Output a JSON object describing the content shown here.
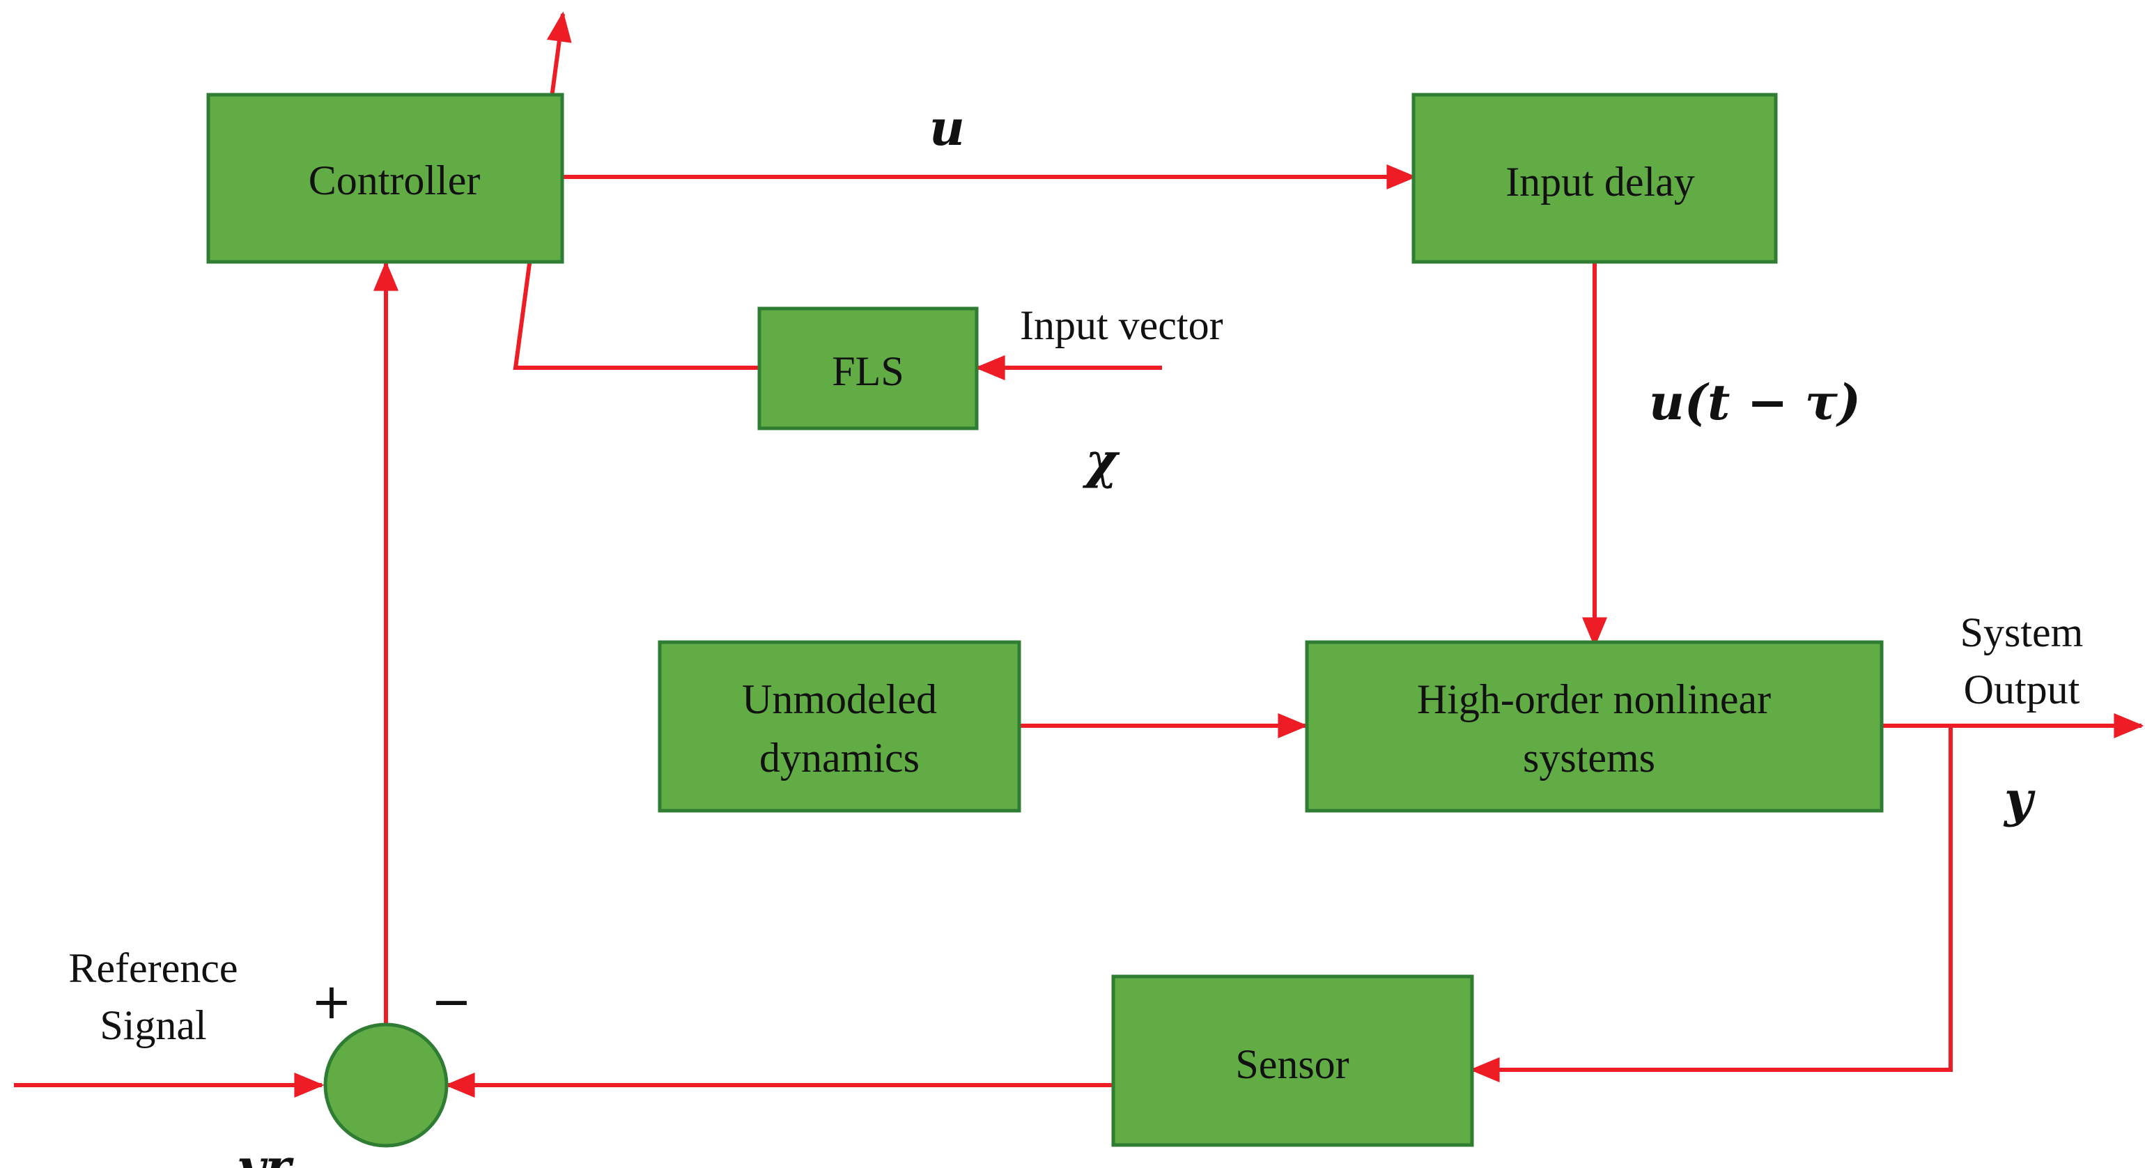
{
  "colors": {
    "block_fill": "#62ac46",
    "block_stroke": "#2e7d32",
    "signal_line": "#ee1c25",
    "text": "#111111"
  },
  "blocks": {
    "controller": "Controller",
    "input_delay": "Input delay",
    "fls": "FLS",
    "unmodeled_line1": "Unmodeled",
    "unmodeled_line2": "dynamics",
    "plant_line1": "High-order nonlinear",
    "plant_line2": "systems",
    "sensor": "Sensor"
  },
  "labels": {
    "control_signal": "u",
    "delayed_signal": "u(t − τ)",
    "input_vector": "Input vector",
    "input_vector_symbol": "χ",
    "system_output_line1": "System",
    "system_output_line2": "Output",
    "output_symbol": "y",
    "reference_line1": "Reference",
    "reference_line2": "Signal",
    "reference_symbol": "yr",
    "plus_sign": "+",
    "minus_sign": "−"
  }
}
